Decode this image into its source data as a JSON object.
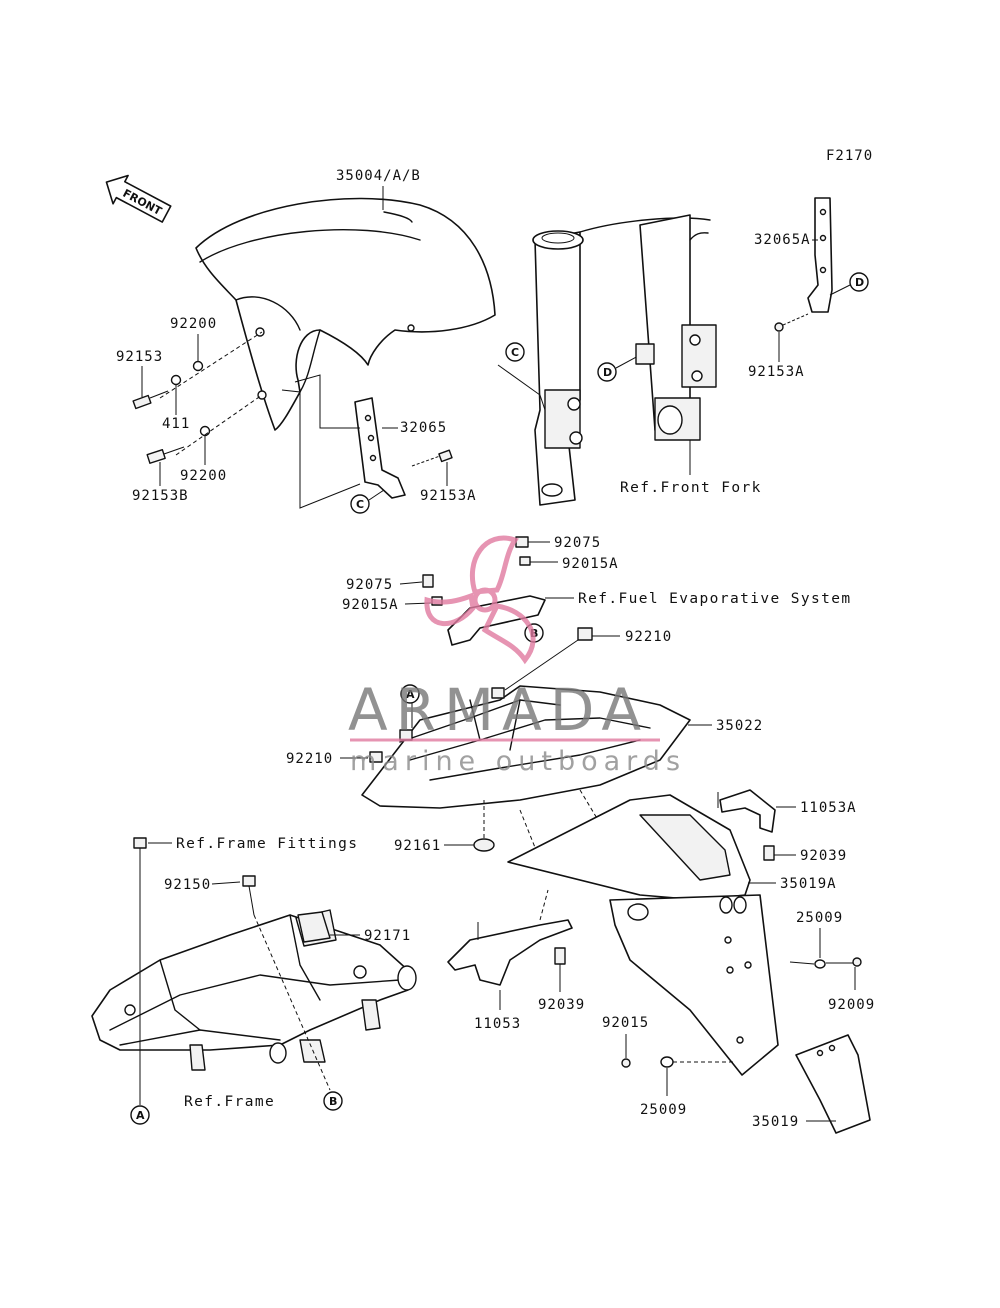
{
  "figure_code": "F2170",
  "front_arrow": "FRONT",
  "watermark": {
    "title": "ARMADA",
    "subtitle": "marine outboards",
    "color": "#e07aa0"
  },
  "parts": {
    "p35004": "35004/A/B",
    "p92200a": "92200",
    "p92153": "92153",
    "p411": "411",
    "p92200b": "92200",
    "p92153b": "92153B",
    "p32065": "32065",
    "p92153a_1": "92153A",
    "p32065a": "32065A",
    "p92153a_2": "92153A",
    "p92075a": "92075",
    "p92015a_a": "92015A",
    "p92075b": "92075",
    "p92015a_b": "92015A",
    "p92210a": "92210",
    "p35022": "35022",
    "p92210b": "92210",
    "p11053a": "11053A",
    "p92161": "92161",
    "p92039a": "92039",
    "p35019a": "35019A",
    "p92150": "92150",
    "p92171": "92171",
    "p25009a": "25009",
    "p92009": "92009",
    "p92039b": "92039",
    "p11053": "11053",
    "p92015": "92015",
    "p25009b": "25009",
    "p35019": "35019"
  },
  "refs": {
    "front_fork": "Ref.Front Fork",
    "fuel_evap": "Ref.Fuel Evaporative System",
    "frame_fittings": "Ref.Frame Fittings",
    "frame": "Ref.Frame"
  },
  "markers": {
    "c1": "C",
    "c2": "C",
    "d1": "D",
    "d2": "D",
    "a1": "A",
    "a2": "A",
    "b1": "B",
    "b2": "B"
  }
}
